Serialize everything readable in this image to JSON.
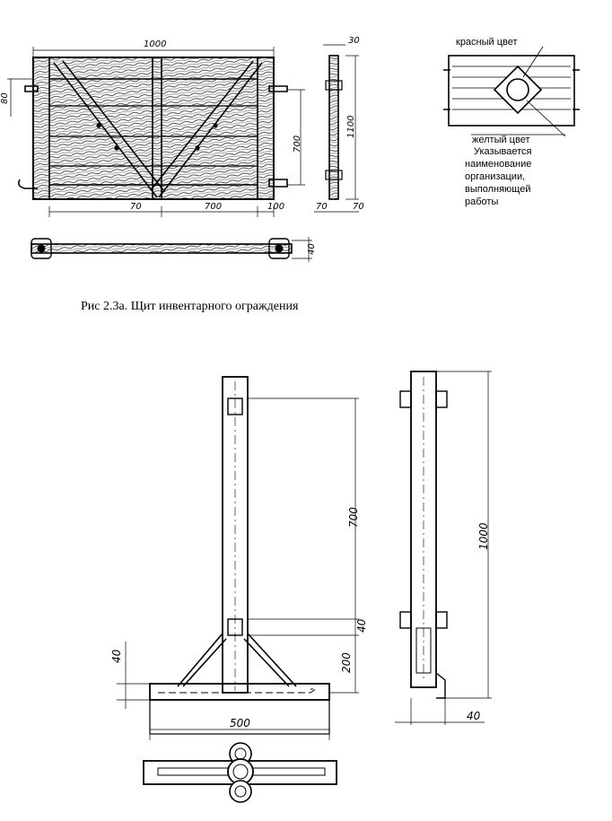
{
  "figure1": {
    "caption": "Рис 2.3а. Щит инвентарного ограждения",
    "dims": {
      "width_total": "1000",
      "left_offset": "80",
      "height_inner": "700",
      "height_total": "1100",
      "bottom_left": "70",
      "bottom_mid": "700",
      "bottom_right": "100",
      "side_top": "30",
      "side_bottom_a": "70",
      "side_bottom_b": "70",
      "plan_thickness": "40"
    },
    "legend": {
      "red": "красный цвет",
      "yellow": "желтый цвет",
      "note_lines": [
        "Указывается",
        "наименование",
        "организации,",
        "выполняющей",
        "работы"
      ]
    }
  },
  "figure2": {
    "dims": {
      "post_upper": "700",
      "gap": "40",
      "post_lower": "200",
      "base_offset": "40",
      "base_width": "500",
      "side_total": "1000",
      "side_bottom": "40"
    }
  }
}
